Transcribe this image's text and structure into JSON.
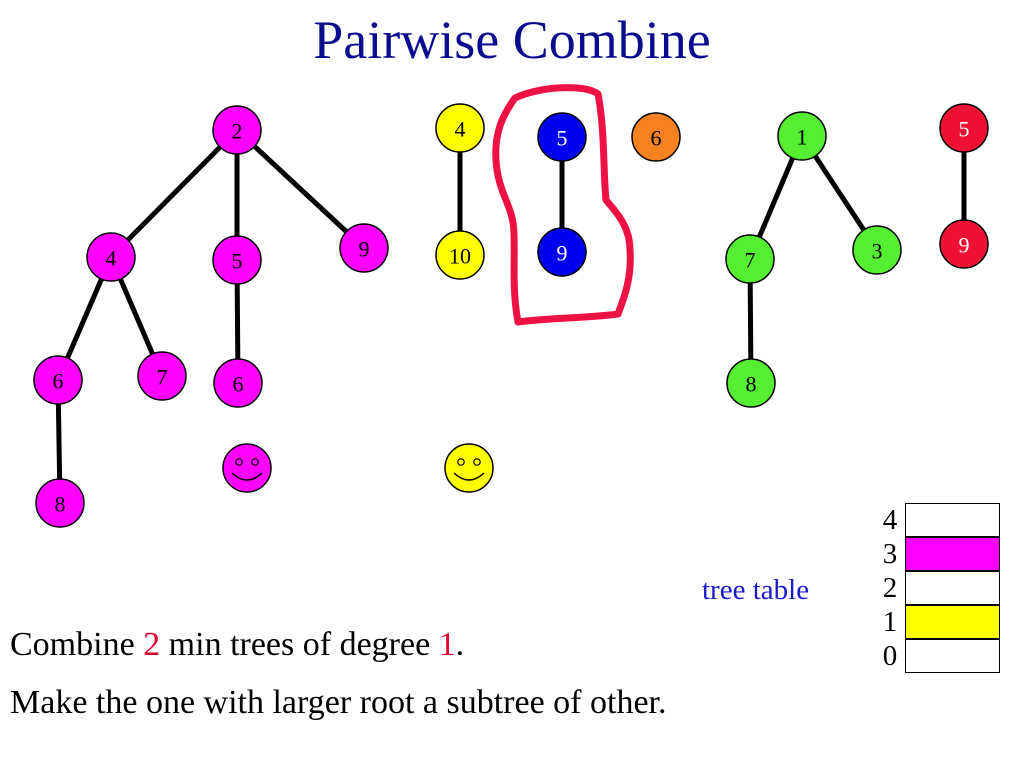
{
  "title": "Pairwise Combine",
  "colors": {
    "title": "#0b0b8f",
    "magenta": "#ff00ff",
    "yellow": "#ffff00",
    "blue": "#0000ee",
    "orange": "#f58220",
    "green": "#55ee33",
    "red": "#ee1133",
    "highlight": "#e5002d",
    "caption_blue": "#1a1acd"
  },
  "trees": [
    {
      "name": "magenta-tree",
      "color": "magenta",
      "labels": [
        "2",
        "4",
        "5",
        "9",
        "6",
        "7",
        "6",
        "8"
      ]
    },
    {
      "name": "yellow-tree",
      "color": "yellow",
      "labels": [
        "4",
        "10"
      ]
    },
    {
      "name": "blue-tree",
      "color": "blue",
      "labels": [
        "5",
        "9"
      ],
      "circled": true
    },
    {
      "name": "orange-tree",
      "color": "orange",
      "labels": [
        "6"
      ]
    },
    {
      "name": "green-tree",
      "color": "green",
      "labels": [
        "1",
        "7",
        "3",
        "8"
      ]
    },
    {
      "name": "red-tree",
      "color": "red",
      "labels": [
        "5",
        "9"
      ]
    }
  ],
  "smiley_colors": [
    "magenta",
    "yellow"
  ],
  "caption": {
    "line1": {
      "part1": "Combine ",
      "num1": "2",
      "part2": " min trees of degree ",
      "num2": "1",
      "part3": "."
    },
    "line2": "Make the one with larger root a subtree of other."
  },
  "tree_table": {
    "label": "tree table",
    "rows": [
      {
        "index": "4",
        "fill": "#ffffff"
      },
      {
        "index": "3",
        "fill": "#ff00ff"
      },
      {
        "index": "2",
        "fill": "#ffffff"
      },
      {
        "index": "1",
        "fill": "#ffff00"
      },
      {
        "index": "0",
        "fill": "#ffffff"
      }
    ]
  }
}
